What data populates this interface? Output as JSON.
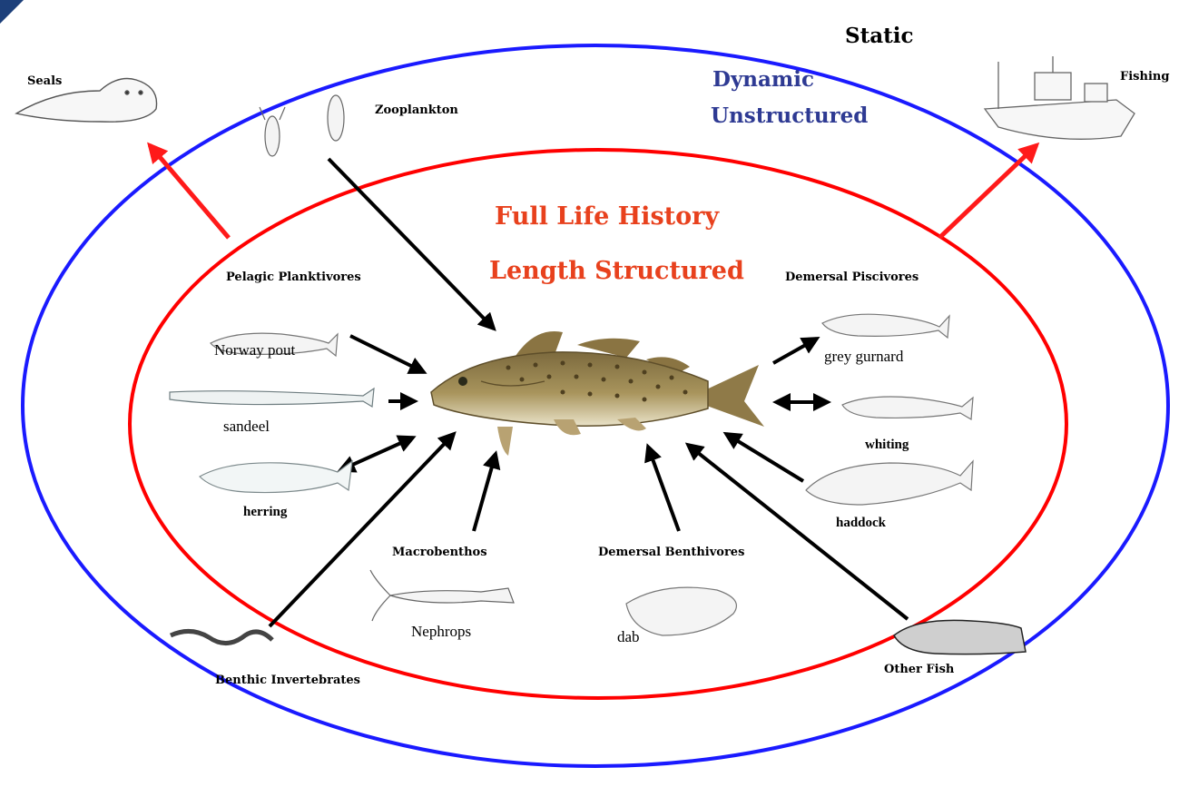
{
  "outer_model": {
    "label": "Static",
    "ring_color": "#1a1aff",
    "arrow_color": "#ff1a1a",
    "sub_labels": [
      "Dynamic",
      "Unstructured"
    ]
  },
  "inner_model": {
    "labels": [
      "Full Life History",
      "Length Structured"
    ],
    "ring_color": "#ff0000",
    "label_color": "#e8411d"
  },
  "external": {
    "seals": "Seals",
    "fishing": "Fishing",
    "zooplankton": "Zooplankton"
  },
  "groups": {
    "pelagic": {
      "title": "Pelagic Planktivores",
      "members": [
        "Norway pout",
        "sandeel",
        "herring"
      ]
    },
    "demersal_piscivores": {
      "title": "Demersal Piscivores",
      "members": [
        "grey gurnard",
        "whiting",
        "haddock"
      ]
    },
    "macrobenthos": {
      "title": "Macrobenthos",
      "members": [
        "Nephrops"
      ]
    },
    "demersal_benthivores": {
      "title": "Demersal Benthivores",
      "members": [
        "dab"
      ]
    },
    "benthic_invertebrates": {
      "title": "Benthic Invertebrates"
    },
    "other_fish": {
      "title": "Other Fish"
    }
  },
  "icons": [
    "seal-icon",
    "ship-icon",
    "zooplankton-icon",
    "cod-icon",
    "gadoid-icon",
    "sandeel-icon",
    "herring-icon",
    "gurnard-icon",
    "nephrops-icon",
    "flatfish-icon",
    "worm-icon",
    "goby-icon"
  ]
}
